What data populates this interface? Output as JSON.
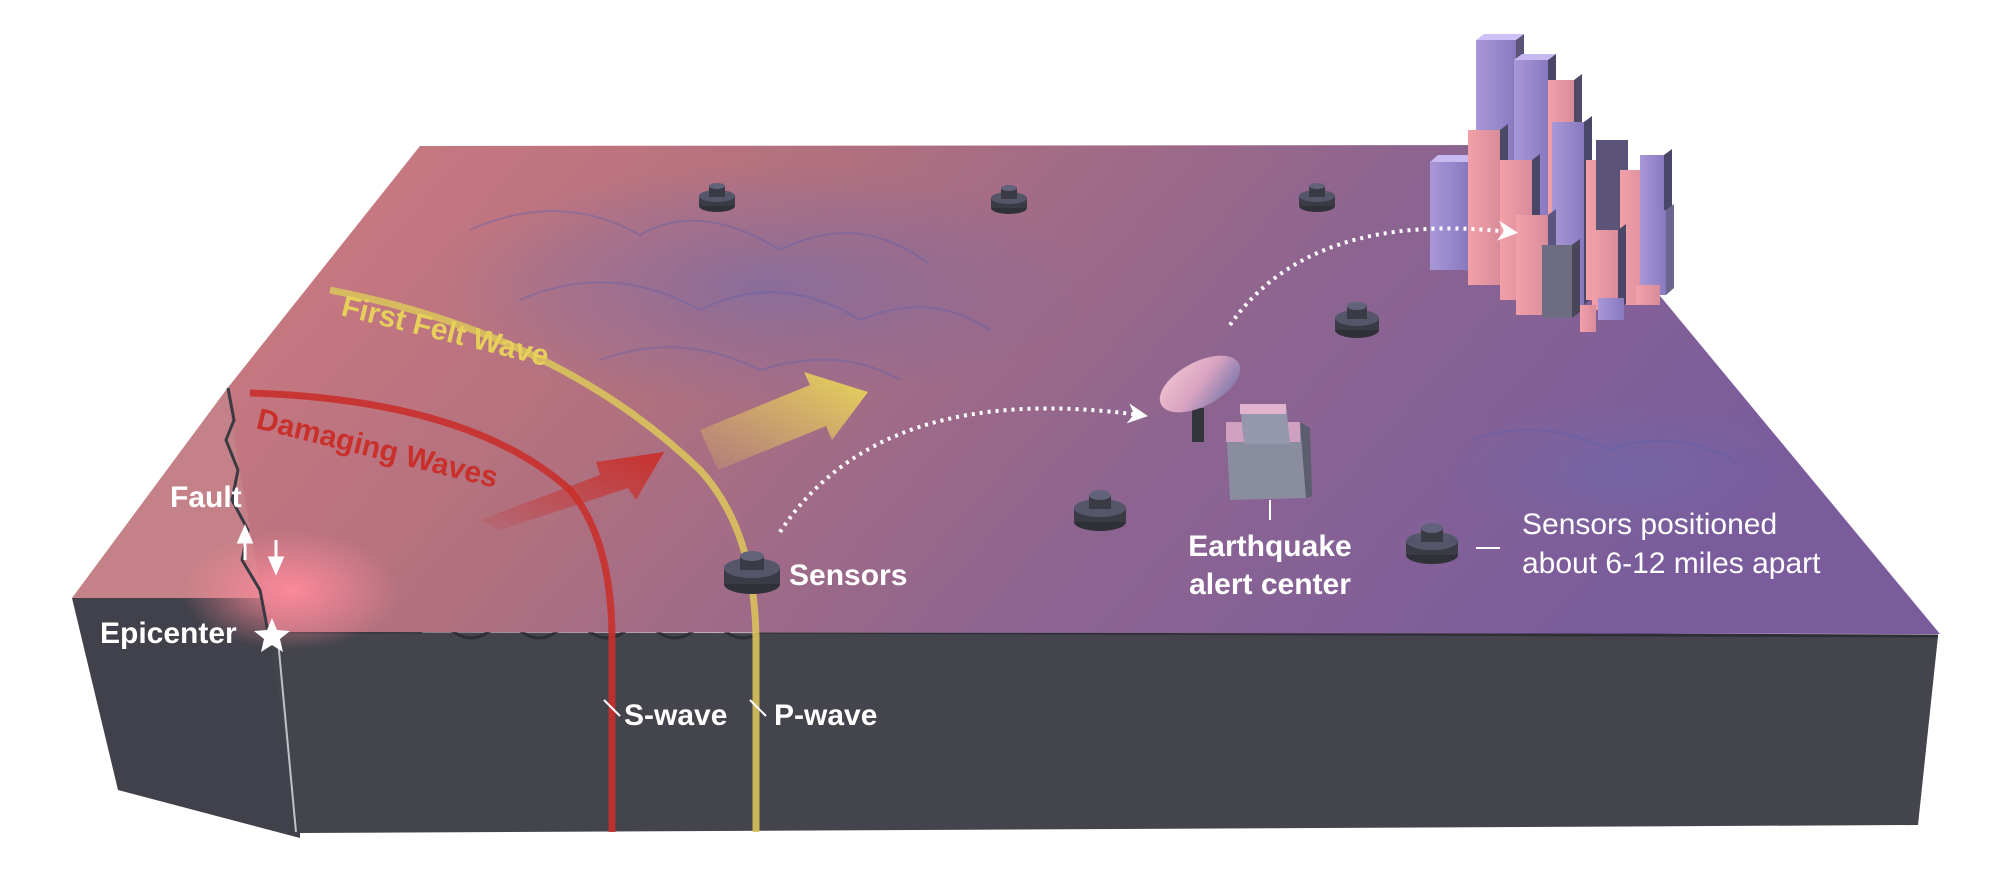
{
  "labels": {
    "first_felt_wave": "First Felt Wave",
    "damaging_waves": "Damaging Waves",
    "fault": "Fault",
    "epicenter": "Epicenter",
    "s_wave": "S-wave",
    "p_wave": "P-wave",
    "sensors": "Sensors",
    "alert_center_line1": "Earthquake",
    "alert_center_line2": "alert center",
    "sensor_spacing_line1": "Sensors positioned",
    "sensor_spacing_line2": "about 6-12 miles apart"
  },
  "colors": {
    "first_felt_wave": "#e6cf5a",
    "damaging_waves": "#c9302c",
    "block_side": "#42434b",
    "surface_left": "#c9737a",
    "surface_right": "#7d5a9a"
  }
}
